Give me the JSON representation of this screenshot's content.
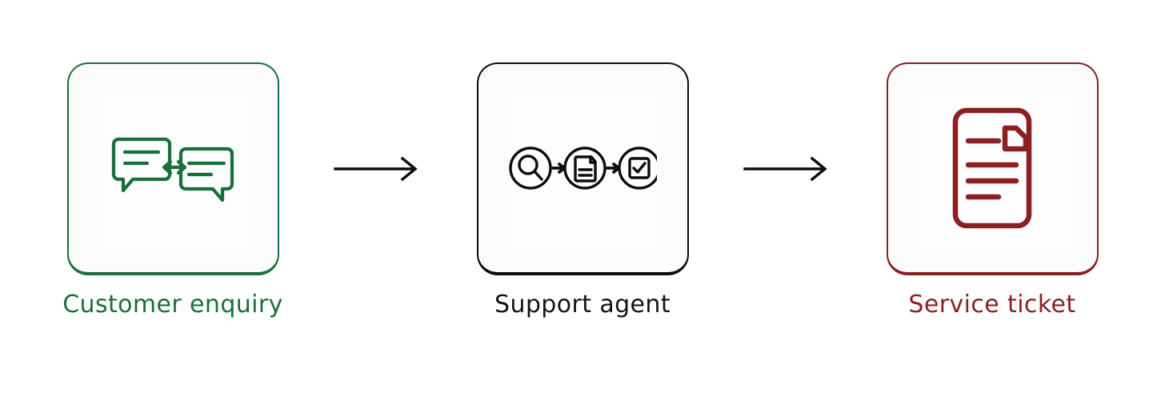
{
  "diagram": {
    "type": "linear-flow",
    "background_color": "#ffffff",
    "nodes": [
      {
        "id": "customer-enquiry",
        "label": "Customer enquiry",
        "color": "#18703a",
        "icon": "two-speech-bubbles-exchange-icon",
        "icon_description": "Two speech bubbles with text lines facing each other, joined by a double-headed arrow"
      },
      {
        "id": "support-agent",
        "label": "Support agent",
        "color": "#141414",
        "icon": "search-document-approve-pipeline-icon",
        "icon_description": "Three outlined circles containing a magnifier, a document and a checked box, linked by small arrows"
      },
      {
        "id": "service-ticket",
        "label": "Service ticket",
        "color": "#8b2023",
        "icon": "document-with-folded-corner-icon",
        "icon_description": "Tall document outline with a folded corner flap and four horizontal text lines"
      }
    ],
    "connectors": [
      {
        "id": "connector-1",
        "from": "customer-enquiry",
        "to": "support-agent",
        "icon": "arrow-right-icon",
        "color": "#0d0d0d"
      },
      {
        "id": "connector-2",
        "from": "support-agent",
        "to": "service-ticket",
        "icon": "arrow-right-icon",
        "color": "#0d0d0d"
      }
    ]
  }
}
